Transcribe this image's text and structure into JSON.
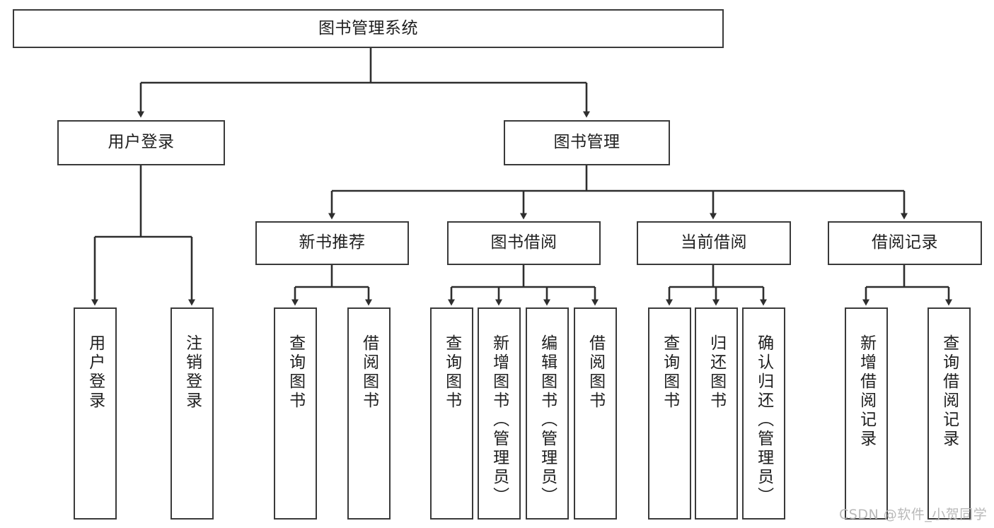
{
  "diagram": {
    "title": "图书管理系统",
    "type": "tree-hierarchy",
    "watermark": "CSDN @软件_小贺同学",
    "colors": {
      "stroke": "#3a3a3a",
      "fill": "#ffffff",
      "text": "#1f1f1f",
      "watermark": "#b9b9b9"
    },
    "root": {
      "label": "图书管理系统"
    },
    "level2": [
      {
        "label": "用户登录"
      },
      {
        "label": "图书管理"
      }
    ],
    "level3": [
      {
        "label": "新书推荐"
      },
      {
        "label": "图书借阅"
      },
      {
        "label": "当前借阅"
      },
      {
        "label": "借阅记录"
      }
    ],
    "leaves": {
      "user_login": [
        {
          "label": "用户登录"
        },
        {
          "label": "注销登录"
        }
      ],
      "new_book_recommend": [
        {
          "label": "查询图书"
        },
        {
          "label": "借阅图书"
        }
      ],
      "book_borrow": [
        {
          "label": "查询图书"
        },
        {
          "label": "新增图书（管理员）"
        },
        {
          "label": "编辑图书（管理员）"
        },
        {
          "label": "借阅图书"
        }
      ],
      "current_borrow": [
        {
          "label": "查询图书"
        },
        {
          "label": "归还图书"
        },
        {
          "label": "确认归还（管理员）"
        }
      ],
      "borrow_record": [
        {
          "label": "新增借阅记录"
        },
        {
          "label": "查询借阅记录"
        }
      ]
    }
  }
}
